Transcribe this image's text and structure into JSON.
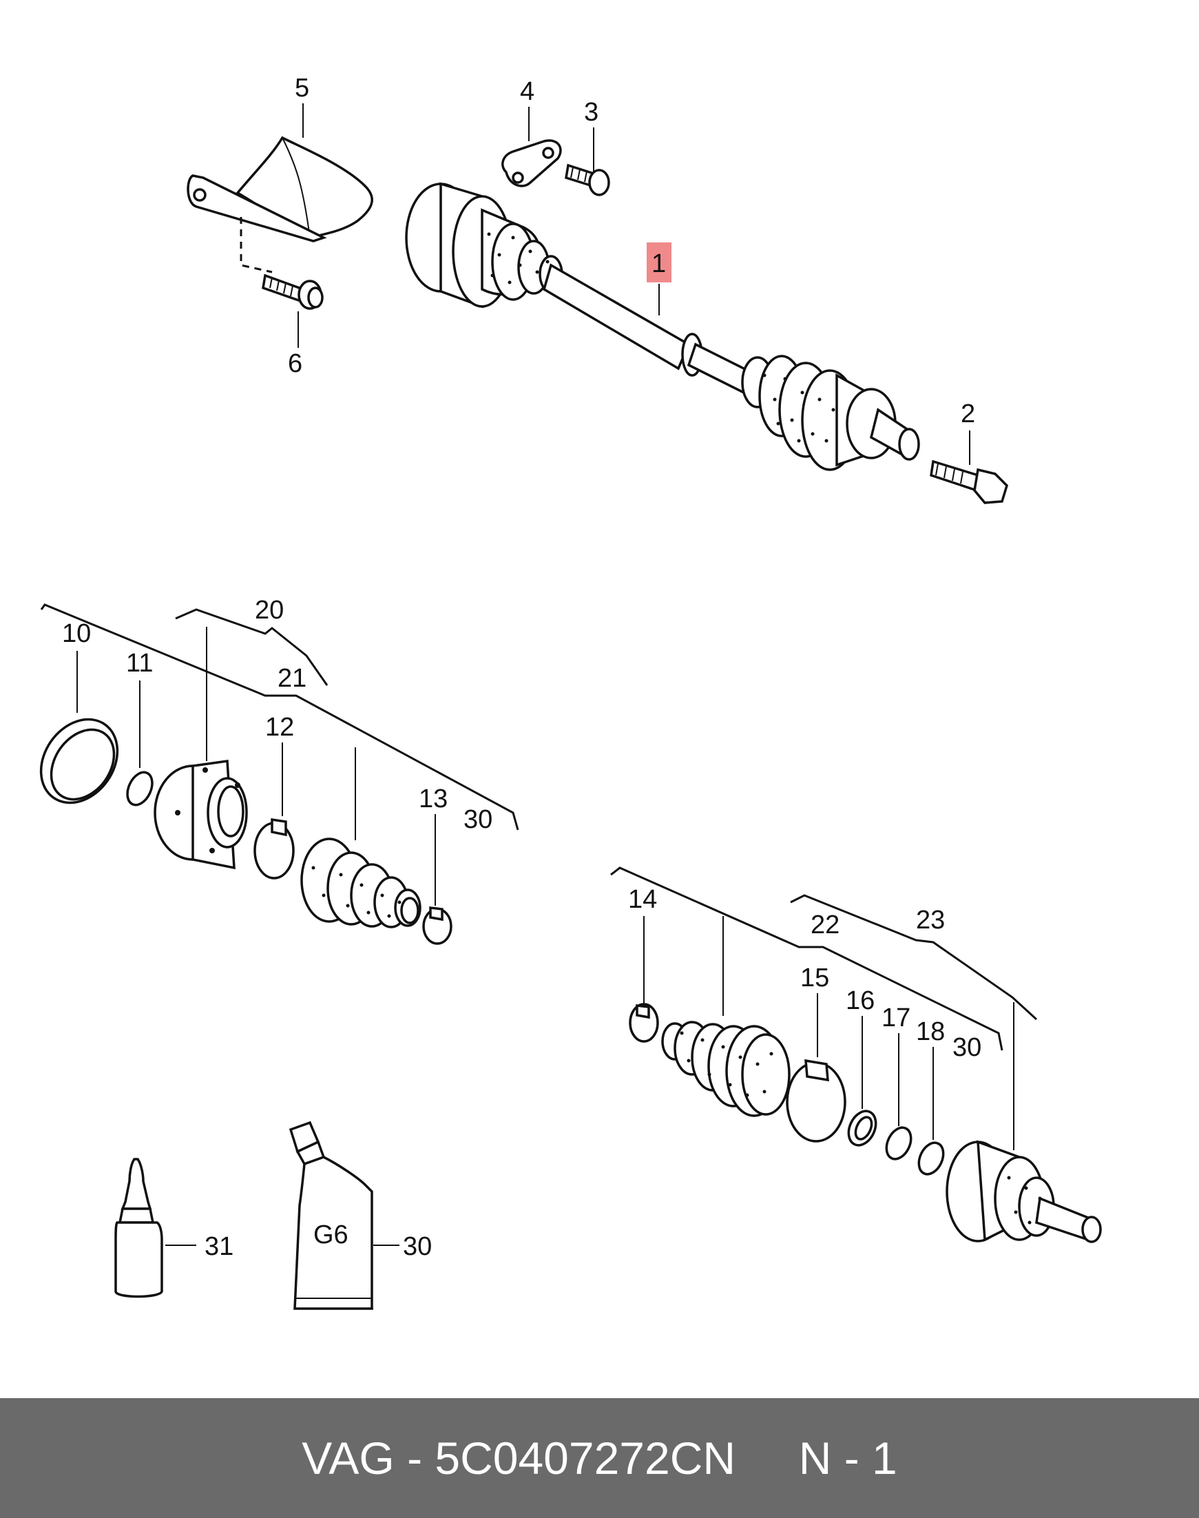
{
  "callouts": {
    "c1": "1",
    "c2": "2",
    "c3": "3",
    "c4": "4",
    "c5": "5",
    "c6": "6",
    "c10": "10",
    "c11": "11",
    "c12": "12",
    "c13": "13",
    "c14": "14",
    "c15": "15",
    "c16": "16",
    "c17": "17",
    "c18": "18",
    "c20": "20",
    "c21": "21",
    "c22": "22",
    "c23": "23",
    "c30a": "30",
    "c30b": "30",
    "c30c": "30",
    "c31": "31"
  },
  "highlight_color": "#f08a8a",
  "tube_label": "G6",
  "footer": {
    "brand": "VAG",
    "separator": "-",
    "part_number": "5C0407272CN",
    "sheet": "N - 1"
  }
}
